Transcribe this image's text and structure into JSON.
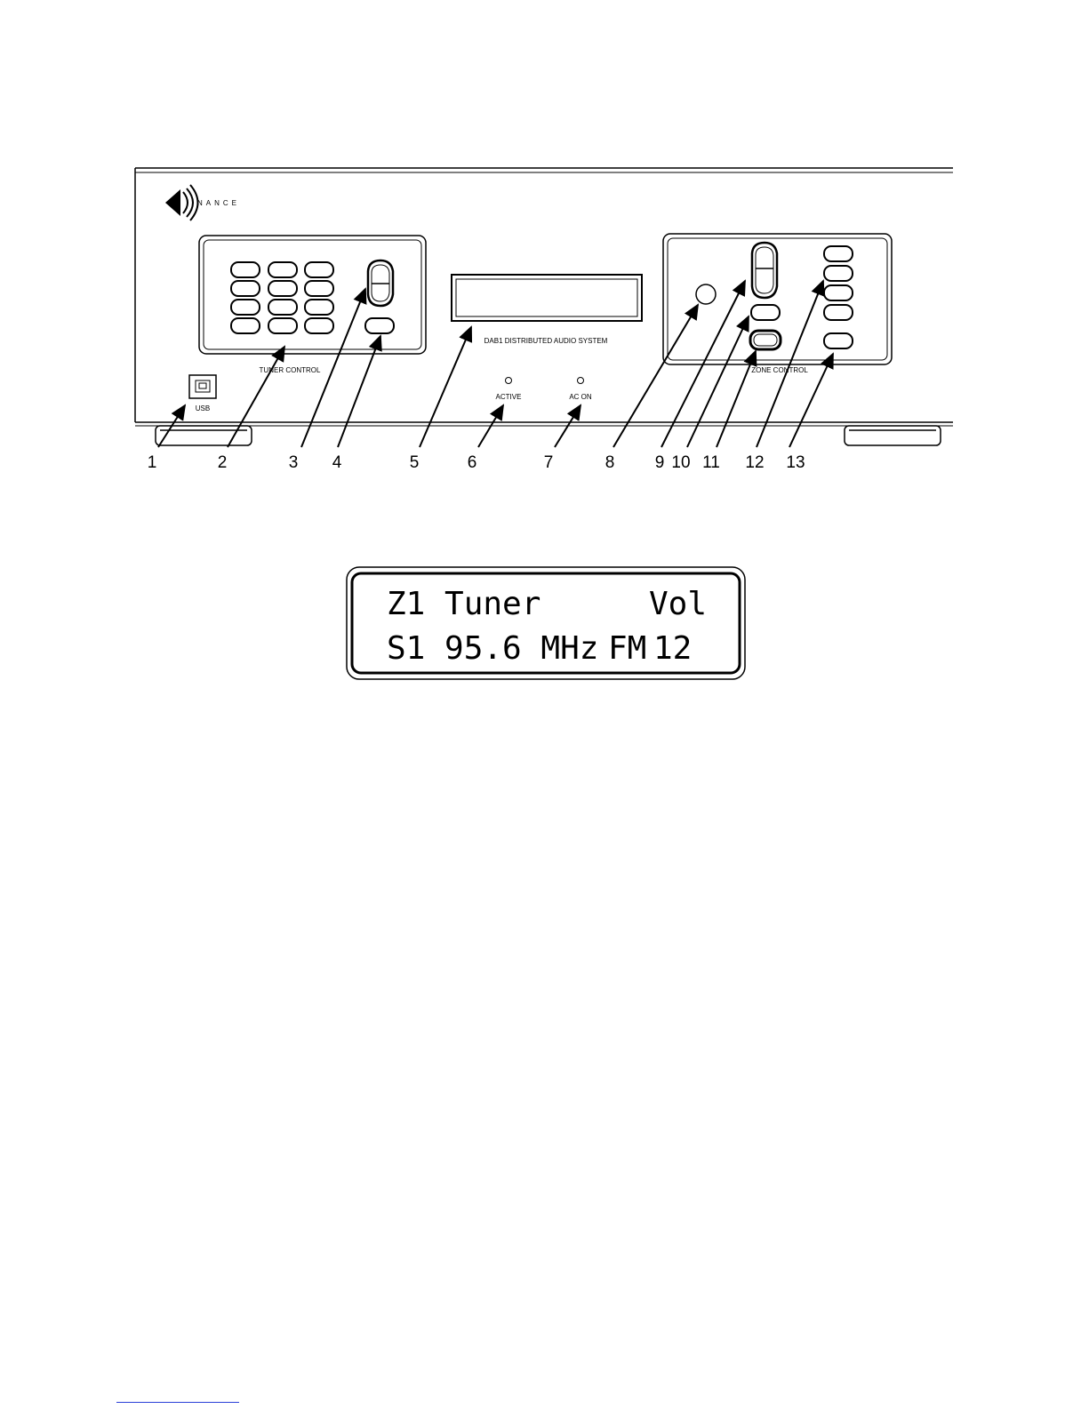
{
  "front_panel": {
    "brand": "NANCE",
    "model_label": "DAB1 DISTRIBUTED AUDIO SYSTEM",
    "tuner_label": "TUNER CONTROL",
    "zone_label": "ZONE CONTROL",
    "usb_label": "USB",
    "active_label": "ACTIVE",
    "ac_on_label": "AC ON"
  },
  "callouts": [
    "1",
    "2",
    "3",
    "4",
    "5",
    "6",
    "7",
    "8",
    "9",
    "10",
    "11",
    "12",
    "13"
  ],
  "lcd": {
    "line1_left": "Z1 Tuner",
    "line1_right": "Vol",
    "line2_left": "S1 95.6 MHz",
    "line2_mid": "FM",
    "line2_right": "12"
  }
}
